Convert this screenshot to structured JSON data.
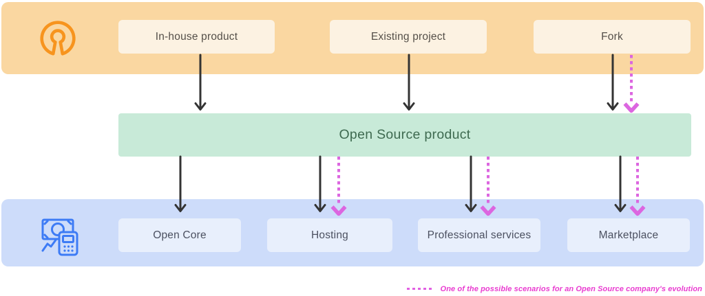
{
  "top_band": {
    "icon": "open-source-logo",
    "boxes": [
      {
        "label": "In-house product"
      },
      {
        "label": "Existing project"
      },
      {
        "label": "Fork"
      }
    ]
  },
  "middle_band": {
    "label": "Open Source product"
  },
  "bottom_band": {
    "icon": "monetization",
    "boxes": [
      {
        "label": "Open Core"
      },
      {
        "label": "Hosting"
      },
      {
        "label": "Professional services"
      },
      {
        "label": "Marketplace"
      }
    ]
  },
  "connections": [
    {
      "from": "In-house product",
      "to": "Open Source product",
      "style": "solid"
    },
    {
      "from": "Existing project",
      "to": "Open Source product",
      "style": "solid"
    },
    {
      "from": "Fork",
      "to": "Open Source product",
      "style": "solid"
    },
    {
      "from": "Fork",
      "to": "Open Source product",
      "style": "dashed"
    },
    {
      "from": "Open Source product",
      "to": "Open Core",
      "style": "solid"
    },
    {
      "from": "Open Source product",
      "to": "Hosting",
      "style": "solid"
    },
    {
      "from": "Open Source product",
      "to": "Hosting",
      "style": "dashed"
    },
    {
      "from": "Open Source product",
      "to": "Professional services",
      "style": "solid"
    },
    {
      "from": "Open Source product",
      "to": "Professional services",
      "style": "dashed"
    },
    {
      "from": "Open Source product",
      "to": "Marketplace",
      "style": "solid"
    },
    {
      "from": "Open Source product",
      "to": "Marketplace",
      "style": "dashed"
    }
  ],
  "legend": {
    "dash_style": "dashed",
    "text": "One of the possible scenarios for an Open Source company's evolution"
  },
  "colors": {
    "top_band_bg": "#FAD7A1",
    "top_box_bg": "#FCF2E2",
    "top_text": "#544F49",
    "osi_logo_orange": "#F7941E",
    "middle_band_bg": "#C8EAD8",
    "middle_text": "#3E6A50",
    "bottom_band_bg": "#CDDCFA",
    "bottom_box_bg": "#E8EFFC",
    "bottom_text": "#4B5060",
    "money_icon_blue": "#3D7BF5",
    "solid_arrow": "#333333",
    "dashed_arrow": "#DC66E0",
    "legend_text": "#E93BD0"
  }
}
